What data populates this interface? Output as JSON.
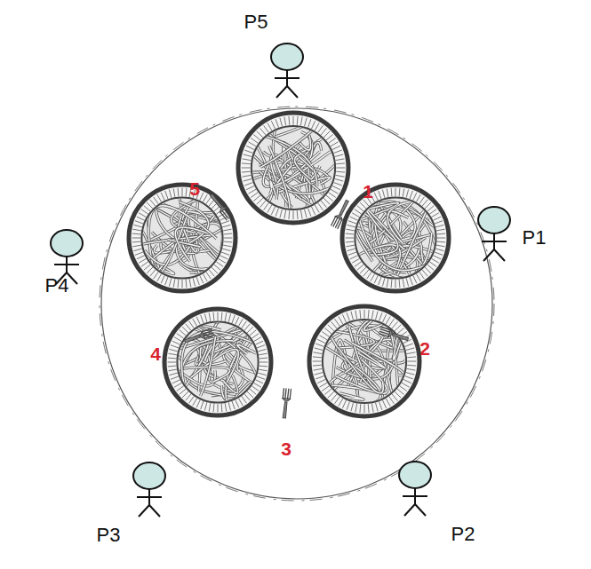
{
  "diagram": {
    "labels": [
      "P5",
      "5",
      "1",
      "P1",
      "P4",
      "4",
      "2",
      "3",
      "P3",
      "P2"
    ]
  }
}
